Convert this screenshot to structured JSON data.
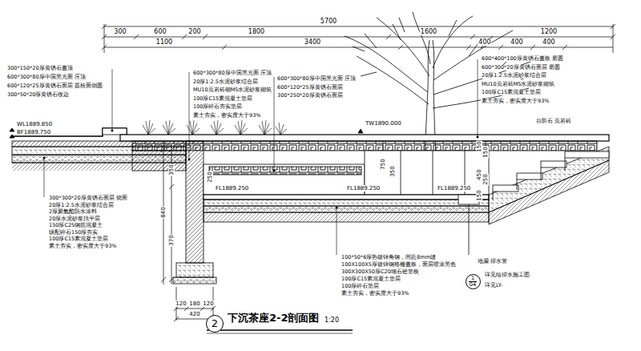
{
  "diagram": {
    "title": "下沉茶座2-2剖面图",
    "nodes": [
      {
        "text": [
          "2"
        ]
      },
      {
        "text": [
          "1",
          "04"
        ]
      }
    ],
    "labels": [
      "300",
      "600",
      "200",
      "1800",
      "5700",
      "1600",
      "1200",
      "1100",
      "3400",
      "400",
      "400",
      "400",
      "300*150*20厚黄锈石盖顶",
      "600*300*80厚中国黑光面 压顶",
      "600*120*25厚黄锈石面层 荔枝面倒圆",
      "300*50*20厚黄锈石收边",
      "WL1889.850",
      "BF1889.750",
      "600*300*80厚中国黑光面 压顶",
      "20厚1:2.5水泥砂浆结合层",
      "MU10页岩砖砌M5水泥砂浆砌筑",
      "100厚C15素混凝土垫层",
      "100厚碎石夯实垫层",
      "素土夯实，密实度大于93%",
      "600*300*80厚中国黑光面 压顶",
      "600*120*25厚黄锈石面层",
      "300*250*20厚黄锈石面层",
      "600*400*100厚黄锈石盖板 磨圆",
      "600*300*20厚黄锈石面层 磨圆",
      "20厚1:2.5水泥砂浆结合层",
      "MU10页岩砖M5水泥砂浆砌筑",
      "100厚C15素混凝土垫层",
      "素土夯实，密实度大于93%",
      "TW1890.000",
      "台阶石 页岩砖",
      "FL1889.250",
      "FL1889.250",
      "FL1889.250",
      "350",
      "840",
      "370",
      "250",
      "750",
      "350",
      "150",
      "150",
      "450",
      "250",
      "150",
      "120",
      "180",
      "120",
      "420",
      "300*300*20厚黄锈石面层 烧面",
      "20厚1:2.5水泥砂浆结合层",
      "2厚聚氨酯防水涂料",
      "20厚水泥砂浆找平层",
      "150厚C25钢筋混凝土",
      "级配碎石150厚夯实",
      "100厚C15素混凝土垫层",
      "素土夯实，密实度大于93%",
      "100*50*6厚热镀锌角钢，间距8mm缝",
      "100X100X5厚镀锌钢格栅盖板，面层喷涂黑色",
      "300X300X50厚C20细石砼垫板",
      "100厚C15素混凝土垫层",
      "100厚碎石垫层",
      "素土夯实，密实度大于93%",
      "地漏 排水管",
      "详见给排水施工图",
      "详见LY-",
      "1:20"
    ]
  }
}
